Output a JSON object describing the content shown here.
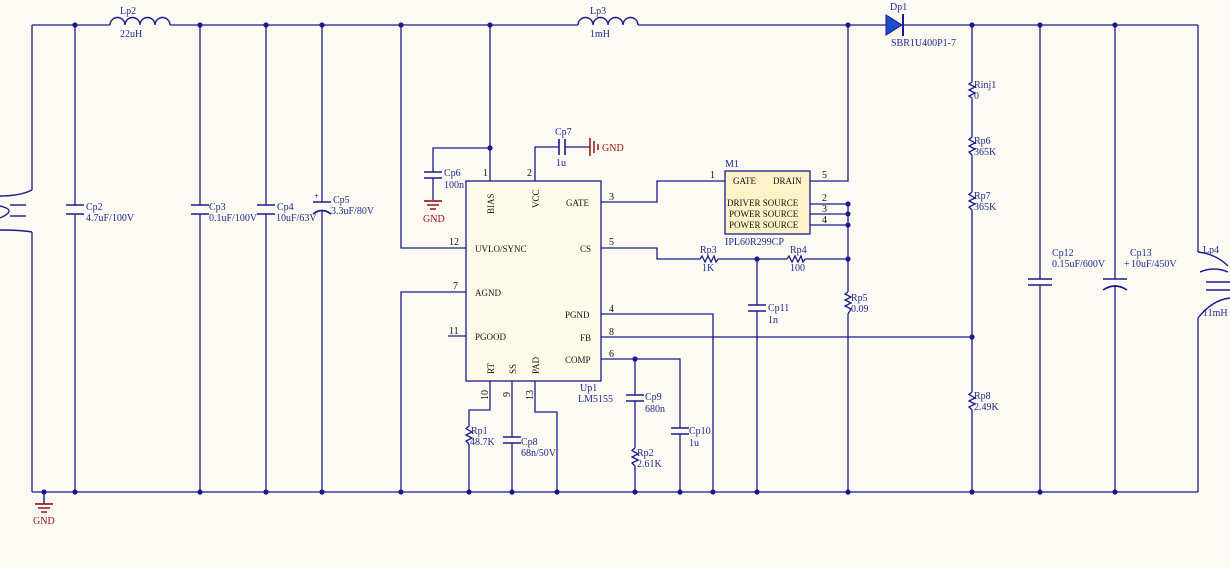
{
  "colors": {
    "wire": "#1a1a8c",
    "component": "#1a1a8c",
    "ic_fill": "#fffbe8",
    "mosfet_fill": "#fff2c8",
    "ground": "#8b0000",
    "diode": "#1a4fc8",
    "background": "#fcfaf3"
  },
  "components": {
    "Lp2": {
      "designator": "Lp2",
      "value": "22uH"
    },
    "Lp3": {
      "designator": "Lp3",
      "value": "1mH"
    },
    "Lp4": {
      "designator": "Lp4",
      "value": "11mH"
    },
    "Dp1": {
      "designator": "Dp1",
      "value": "SBR1U400P1-7"
    },
    "Cp2": {
      "designator": "Cp2",
      "value": "4.7uF/100V"
    },
    "Cp3": {
      "designator": "Cp3",
      "value": "0.1uF/100V"
    },
    "Cp4": {
      "designator": "Cp4",
      "value": "10uF/63V"
    },
    "Cp5": {
      "designator": "Cp5",
      "value": "3.3uF/80V"
    },
    "Cp6": {
      "designator": "Cp6",
      "value": "100n"
    },
    "Cp7": {
      "designator": "Cp7",
      "value": "1u"
    },
    "Cp8": {
      "designator": "Cp8",
      "value": "68n/50V"
    },
    "Cp9": {
      "designator": "Cp9",
      "value": "680n"
    },
    "Cp10": {
      "designator": "Cp10",
      "value": "1u"
    },
    "Cp11": {
      "designator": "Cp11",
      "value": "1n"
    },
    "Cp12": {
      "designator": "Cp12",
      "value": "0.15uF/600V"
    },
    "Cp13": {
      "designator": "Cp13",
      "value": "10uF/450V"
    },
    "Rp1": {
      "designator": "Rp1",
      "value": "48.7K"
    },
    "Rp2": {
      "designator": "Rp2",
      "value": "2.61K"
    },
    "Rp3": {
      "designator": "Rp3",
      "value": "1K"
    },
    "Rp4": {
      "designator": "Rp4",
      "value": "100"
    },
    "Rp5": {
      "designator": "Rp5",
      "value": "0.09"
    },
    "Rp6": {
      "designator": "Rp6",
      "value": "365K"
    },
    "Rp7": {
      "designator": "Rp7",
      "value": "365K"
    },
    "Rp8": {
      "designator": "Rp8",
      "value": "2.49K"
    },
    "Rinj1": {
      "designator": "Rinj1",
      "value": "0"
    }
  },
  "ic": {
    "designator": "Up1",
    "part": "LM5155",
    "pins": {
      "bias": {
        "name": "BIAS",
        "num": "1"
      },
      "vcc": {
        "name": "VCC",
        "num": "2"
      },
      "gate": {
        "name": "GATE",
        "num": "3"
      },
      "pgnd": {
        "name": "PGND",
        "num": "4"
      },
      "cs": {
        "name": "CS",
        "num": "5"
      },
      "comp": {
        "name": "COMP",
        "num": "6"
      },
      "agnd": {
        "name": "AGND",
        "num": "7"
      },
      "fb": {
        "name": "FB",
        "num": "8"
      },
      "ss": {
        "name": "SS",
        "num": "9"
      },
      "rt": {
        "name": "RT",
        "num": "10"
      },
      "pgood": {
        "name": "PGOOD",
        "num": "11"
      },
      "uvlo": {
        "name": "UVLO/SYNC",
        "num": "12"
      },
      "pad": {
        "name": "PAD",
        "num": "13"
      }
    }
  },
  "mosfet": {
    "designator": "M1",
    "part": "IPL60R299CP",
    "pins": {
      "gate": {
        "name": "GATE",
        "num": "1"
      },
      "drain": {
        "name": "DRAIN",
        "num": "5"
      },
      "driver_source": {
        "name": "DRIVER SOURCE",
        "num": "2"
      },
      "power_source_a": {
        "name": "POWER SOURCE",
        "num": "3"
      },
      "power_source_b": {
        "name": "POWER SOURCE",
        "num": "4"
      }
    }
  },
  "nets": {
    "gnd_label": "GND"
  }
}
